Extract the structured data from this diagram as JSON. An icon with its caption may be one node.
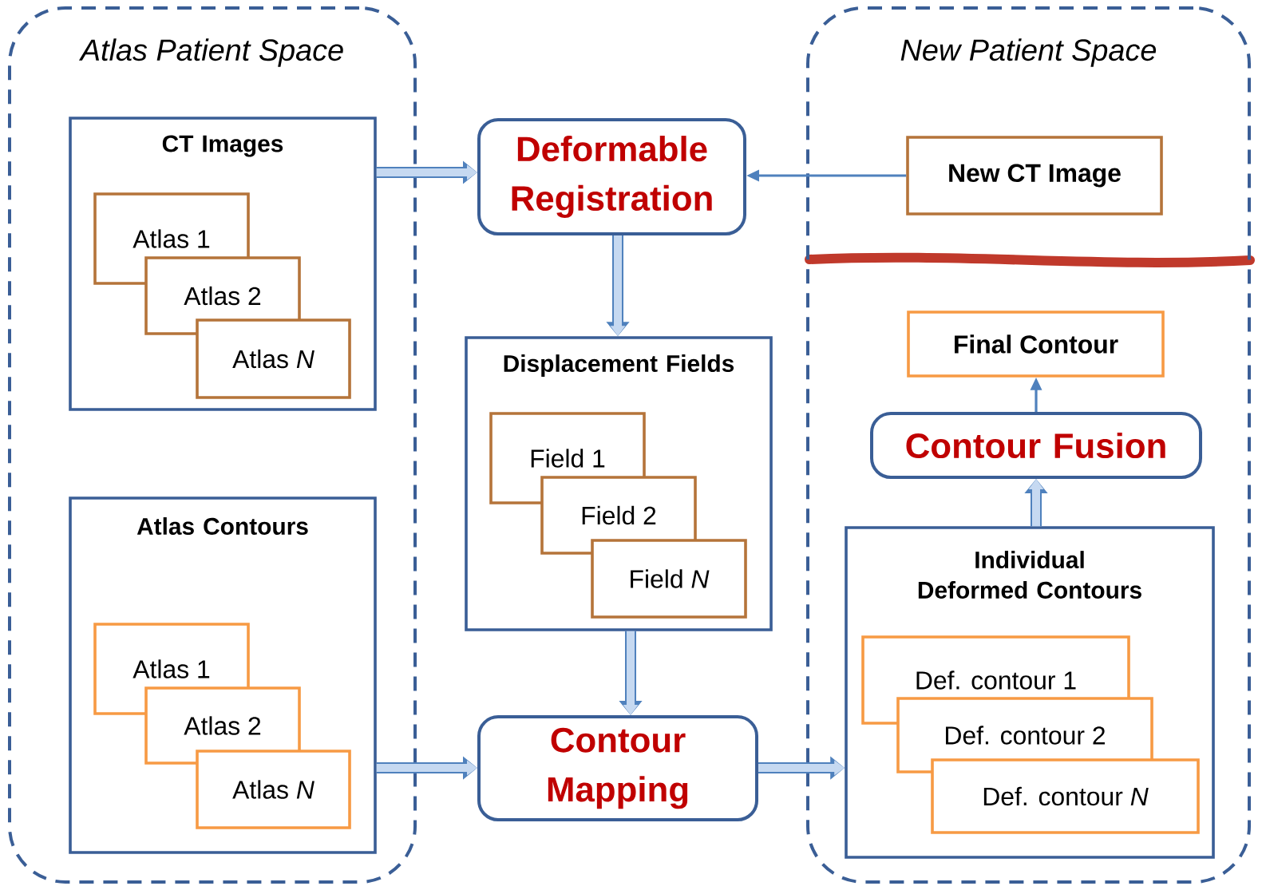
{
  "diagram": {
    "nodes": [
      {
        "text": [
          "Atlas Patient Space"
        ]
      },
      {
        "text": [
          "CT Images"
        ],
        "in": 0
      },
      {
        "text": [
          "Atlas 1"
        ],
        "in": 1
      },
      {
        "text": [
          "Atlas 2"
        ],
        "in": 1
      },
      {
        "text": [
          "Atlas *N*"
        ],
        "in": 1
      },
      {
        "text": [
          "Atlas Contours"
        ],
        "in": 0
      },
      {
        "text": [
          "Atlas 1"
        ],
        "in": 5
      },
      {
        "text": [
          "Atlas 2"
        ],
        "in": 5
      },
      {
        "text": [
          "Atlas *N*"
        ],
        "in": 5
      },
      {
        "text": [
          "Deformable Registration"
        ]
      },
      {
        "text": [
          "Displacement Fields"
        ]
      },
      {
        "text": [
          "Field 1"
        ],
        "in": 10
      },
      {
        "text": [
          "Field 2"
        ],
        "in": 10
      },
      {
        "text": [
          "Field *N*"
        ],
        "in": 10
      },
      {
        "text": [
          "Contour Mapping"
        ]
      },
      {
        "text": [
          "New Patient Space"
        ]
      },
      {
        "text": [
          "New CT Image"
        ],
        "in": 15
      },
      {
        "text": [
          "Final Contour"
        ],
        "in": 15
      },
      {
        "text": [
          "Contour Fusion"
        ],
        "in": 15
      },
      {
        "text": [
          "Individual Deformed Contours"
        ],
        "in": 15
      },
      {
        "text": [
          "Def. contour 1"
        ],
        "in": 19
      },
      {
        "text": [
          "Def. contour 2"
        ],
        "in": 19
      },
      {
        "text": [
          "Def. contour *N*"
        ],
        "in": 19
      }
    ],
    "edges": [
      {
        "from": 1,
        "to": 9,
        "arrow": "to"
      },
      {
        "from": 16,
        "to": 9,
        "arrow": "to",
        "color": "#4f81bd"
      },
      {
        "from": 9,
        "to": 10,
        "arrow": "to"
      },
      {
        "from": 10,
        "to": 14,
        "arrow": "to"
      },
      {
        "from": 5,
        "to": 14,
        "arrow": "to"
      },
      {
        "from": 14,
        "to": 19,
        "arrow": "to"
      },
      {
        "from": 19,
        "to": 18,
        "arrow": "to"
      },
      {
        "from": 18,
        "to": 17,
        "arrow": "to",
        "color": "#4f81bd"
      }
    ]
  }
}
